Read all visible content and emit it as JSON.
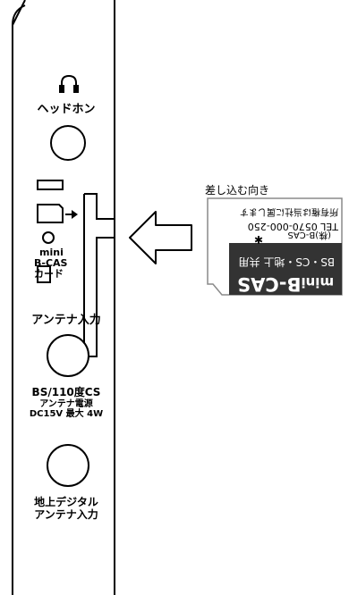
{
  "panel": {
    "headphone_label": "ヘッドホン",
    "bcas_label_line1": "mini",
    "bcas_label_line2": "B-CAS",
    "bcas_label_line3": "カード",
    "antenna_input_label": "アンテナ入力",
    "bs_line1": "BS/110度CS",
    "bs_line2": "アンテナ電源",
    "bs_line3": "DC15V 最大 4W",
    "terrestrial_line1": "地上デジタル",
    "terrestrial_line2": "アンテナ入力"
  },
  "insert_direction_label": "差し込む向き",
  "card": {
    "brand_line1": "mini",
    "brand_line2": "B-CAS",
    "services": "BS・CS・地上 共用",
    "company": "(株)B-CAS",
    "tel": "TEL 0570-000-250",
    "notice": "所有権は当社に属します"
  },
  "colors": {
    "line": "#000000",
    "card_dark": "#333333",
    "card_border": "#8a8a8a"
  }
}
